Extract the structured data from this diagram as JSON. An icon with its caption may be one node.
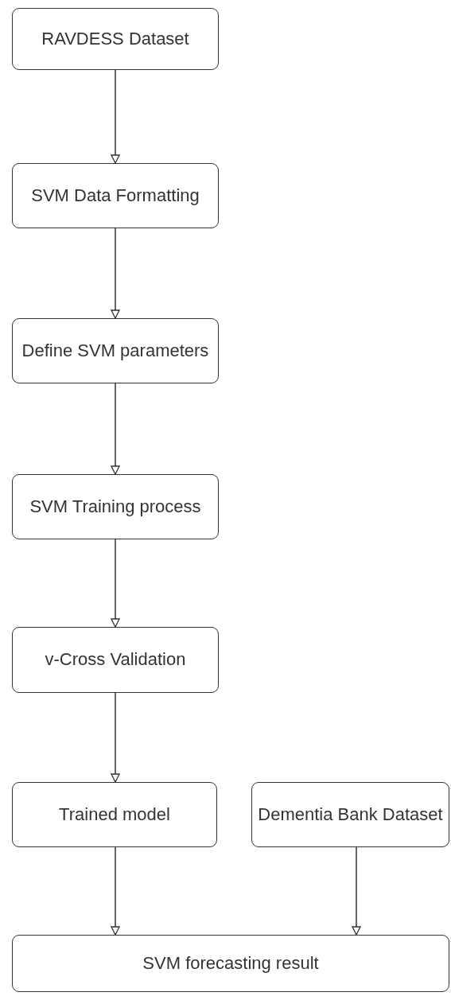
{
  "diagram": {
    "nodes": [
      {
        "text": [
          "RAVDESS Dataset"
        ]
      },
      {
        "text": [
          "SVM Data Formatting"
        ]
      },
      {
        "text": [
          "Define SVM parameters"
        ]
      },
      {
        "text": [
          "SVM Training process"
        ]
      },
      {
        "text": [
          "v-Cross Validation"
        ]
      },
      {
        "text": [
          "Trained model"
        ]
      },
      {
        "text": [
          "Dementia Bank Dataset"
        ]
      },
      {
        "text": [
          "SVM forecasting result"
        ]
      }
    ],
    "edges": [
      {
        "from": 0,
        "to": 1,
        "arrow": "to"
      },
      {
        "from": 1,
        "to": 2,
        "arrow": "to"
      },
      {
        "from": 2,
        "to": 3,
        "arrow": "to"
      },
      {
        "from": 3,
        "to": 4,
        "arrow": "to"
      },
      {
        "from": 4,
        "to": 5,
        "arrow": "to"
      },
      {
        "from": 5,
        "to": 7,
        "arrow": "to"
      },
      {
        "from": 6,
        "to": 7,
        "arrow": "to"
      }
    ]
  }
}
